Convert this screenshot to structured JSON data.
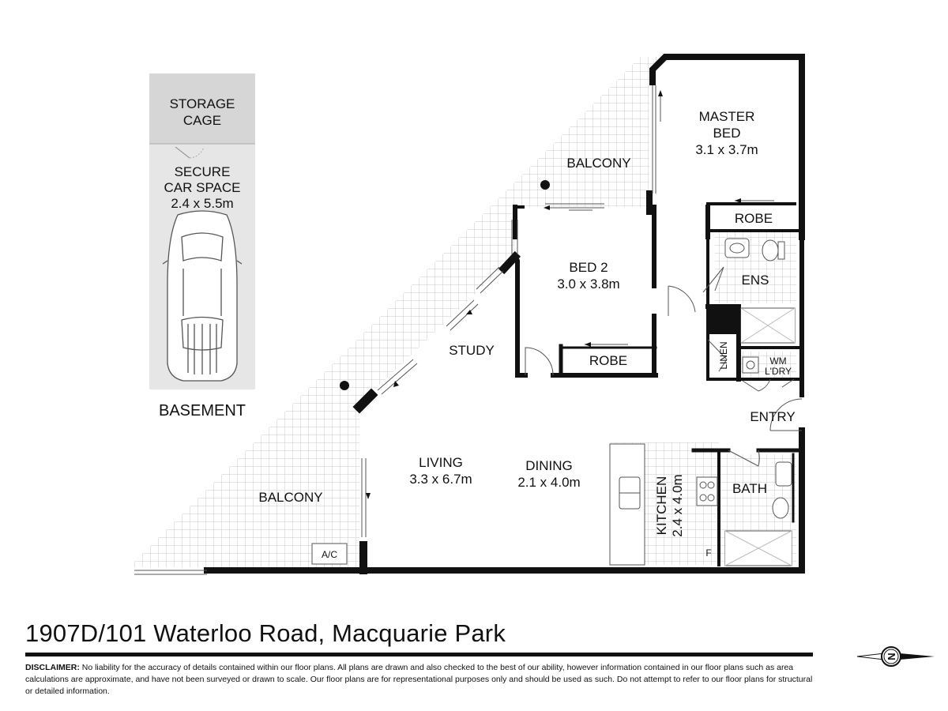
{
  "rooms": {
    "storage_cage": [
      "STORAGE",
      "CAGE"
    ],
    "car_space": [
      "SECURE",
      "CAR SPACE",
      "2.4 x 5.5m"
    ],
    "basement": "BASEMENT",
    "master_bed": [
      "MASTER",
      "BED",
      "3.1 x 3.7m"
    ],
    "balcony_top": "BALCONY",
    "robe_master": "ROBE",
    "ens": "ENS",
    "bed2": [
      "BED 2",
      "3.0 x 3.8m"
    ],
    "robe_bed2": "ROBE",
    "study": "STUDY",
    "linen": "LINEN",
    "wm": "WM",
    "laundry": "L'DRY",
    "entry": "ENTRY",
    "living": [
      "LIVING",
      "3.3 x 6.7m"
    ],
    "dining": [
      "DINING",
      "2.1 x 4.0m"
    ],
    "kitchen": [
      "KITCHEN",
      "2.4 x 4.0m"
    ],
    "bath": "BATH",
    "balcony_bottom": "BALCONY",
    "ac": "A/C",
    "fridge": "F",
    "north": "N"
  },
  "address": "1907D/101 Waterloo Road, Macquarie Park",
  "disclaimer": {
    "label": "DISCLAIMER:",
    "text": " No liability for the accuracy of details contained within our floor plans. All plans are drawn and also checked to the best of our ability, however information contained in our floor plans such as area calculations are approximate, and have not been surveyed or drawn to scale. Our floor plans are for representational purposes only and should be used as such. Do not attempt to refer to our floor plans for structural or detailed information."
  },
  "colors": {
    "wall": "#111111",
    "tile": "#c9c9c9",
    "storage_fill": "#d6d6d6",
    "car_fill": "#e6e6e6"
  }
}
